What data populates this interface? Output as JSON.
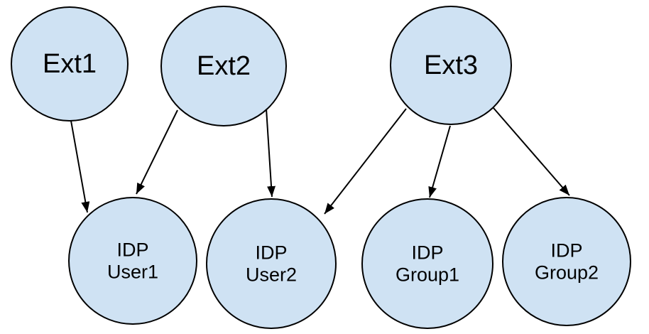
{
  "diagram": {
    "type": "directed-graph",
    "nodes": [
      {
        "label": "Ext1"
      },
      {
        "label": "Ext2"
      },
      {
        "label": "Ext3"
      },
      {
        "line1": "IDP",
        "line2": "User1"
      },
      {
        "line1": "IDP",
        "line2": "User2"
      },
      {
        "line1": "IDP",
        "line2": "Group1"
      },
      {
        "line1": "IDP",
        "line2": "Group2"
      }
    ],
    "edges": [
      {
        "from": "Ext1",
        "to": "IDP User1"
      },
      {
        "from": "Ext2",
        "to": "IDP User1"
      },
      {
        "from": "Ext2",
        "to": "IDP User2"
      },
      {
        "from": "Ext3",
        "to": "IDP User2"
      },
      {
        "from": "Ext3",
        "to": "IDP Group1"
      },
      {
        "from": "Ext3",
        "to": "IDP Group2"
      }
    ],
    "style": {
      "node_fill": "#cfe2f3",
      "node_stroke": "#000000",
      "edge_color": "#000000",
      "text_color": "#000000",
      "background": "#ffffff"
    }
  }
}
